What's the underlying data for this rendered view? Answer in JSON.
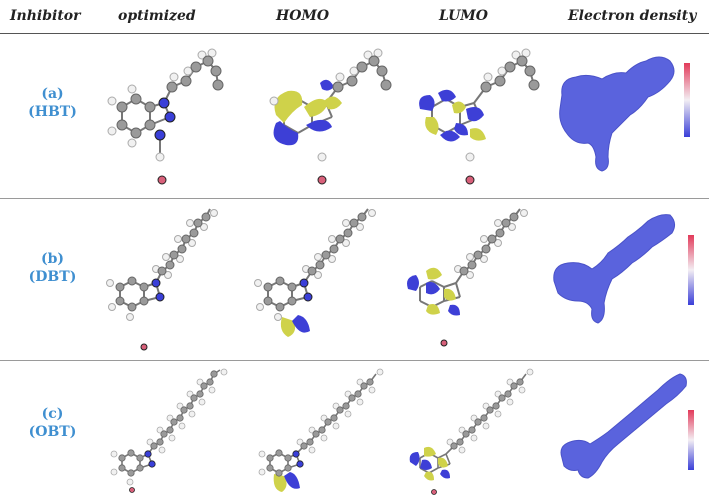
{
  "headers": [
    "Inhibitor",
    "optimized",
    "HOMO",
    "LUMO",
    "Electron density"
  ],
  "rows": [
    {
      "label_a": "(a)",
      "label_b": "(HBT)"
    },
    {
      "label_a": "(b)",
      "label_b": "(DBT)"
    },
    {
      "label_a": "(c)",
      "label_b": "(OBT)"
    }
  ],
  "colors": {
    "label": "#3f8fd0",
    "homo_lumo_lobe_yellow": "#cfd24a",
    "homo_lumo_lobe_blue": "#3d3fd6",
    "density_surface": "#5a63dd",
    "carbon": "#9a9a9a",
    "hydrogen": "#f1f1f1",
    "nitrogen": "#3a3fd8"
  }
}
